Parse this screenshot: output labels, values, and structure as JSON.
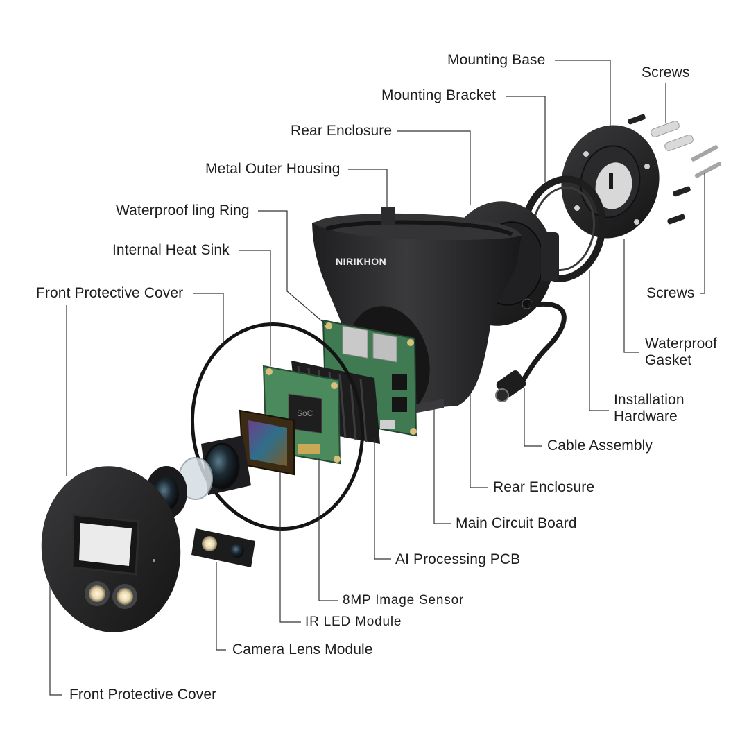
{
  "brand": "NIRIKHON",
  "soc_chip_label": "SoC",
  "labels": {
    "mounting_base": "Mounting Base",
    "screws_top": "Screws",
    "mounting_bracket": "Mounting Bracket",
    "rear_enclosure_top": "Rear Enclosure",
    "metal_outer_housing": "Metal Outer Housing",
    "waterproof_ring": "Waterproof ling Ring",
    "internal_heat_sink": "Internal Heat Sink",
    "front_protective_cover_top": "Front Protective Cover",
    "screws_right": "Screws",
    "waterproof_gasket_line1": "Waterproof",
    "waterproof_gasket_line2": "Gasket",
    "installation_hardware_line1": "Installation",
    "installation_hardware_line2": "Hardware",
    "cable_assembly": "Cable Assembly",
    "rear_enclosure_bottom": "Rear Enclosure",
    "main_circuit_board": "Main Circuit Board",
    "ai_processing_pcb": "AI Processing PCB",
    "image_sensor": "8MP Image Sensor",
    "ir_led_module": "IR LED Module",
    "camera_lens_module": "Camera Lens Module",
    "front_protective_cover_bottom": "Front Protective Cover"
  },
  "colors": {
    "housing": "#2c2c2e",
    "pcb": "#3f7a52",
    "leader": "#333333",
    "text": "#1d1d1d"
  }
}
